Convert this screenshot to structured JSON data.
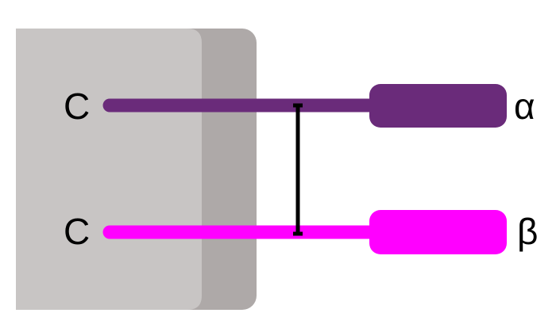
{
  "colors": {
    "membrane_front": "#c8c5c4",
    "membrane_back": "#aea9a8",
    "chain_alpha": "#6a2b7a",
    "chain_beta": "#ff00ff",
    "bond": "#000000",
    "background": "#ffffff"
  },
  "chains": [
    {
      "end_label": "C",
      "domain_label": "α",
      "color_key": "chain_alpha"
    },
    {
      "end_label": "C",
      "domain_label": "β",
      "color_key": "chain_beta"
    }
  ]
}
